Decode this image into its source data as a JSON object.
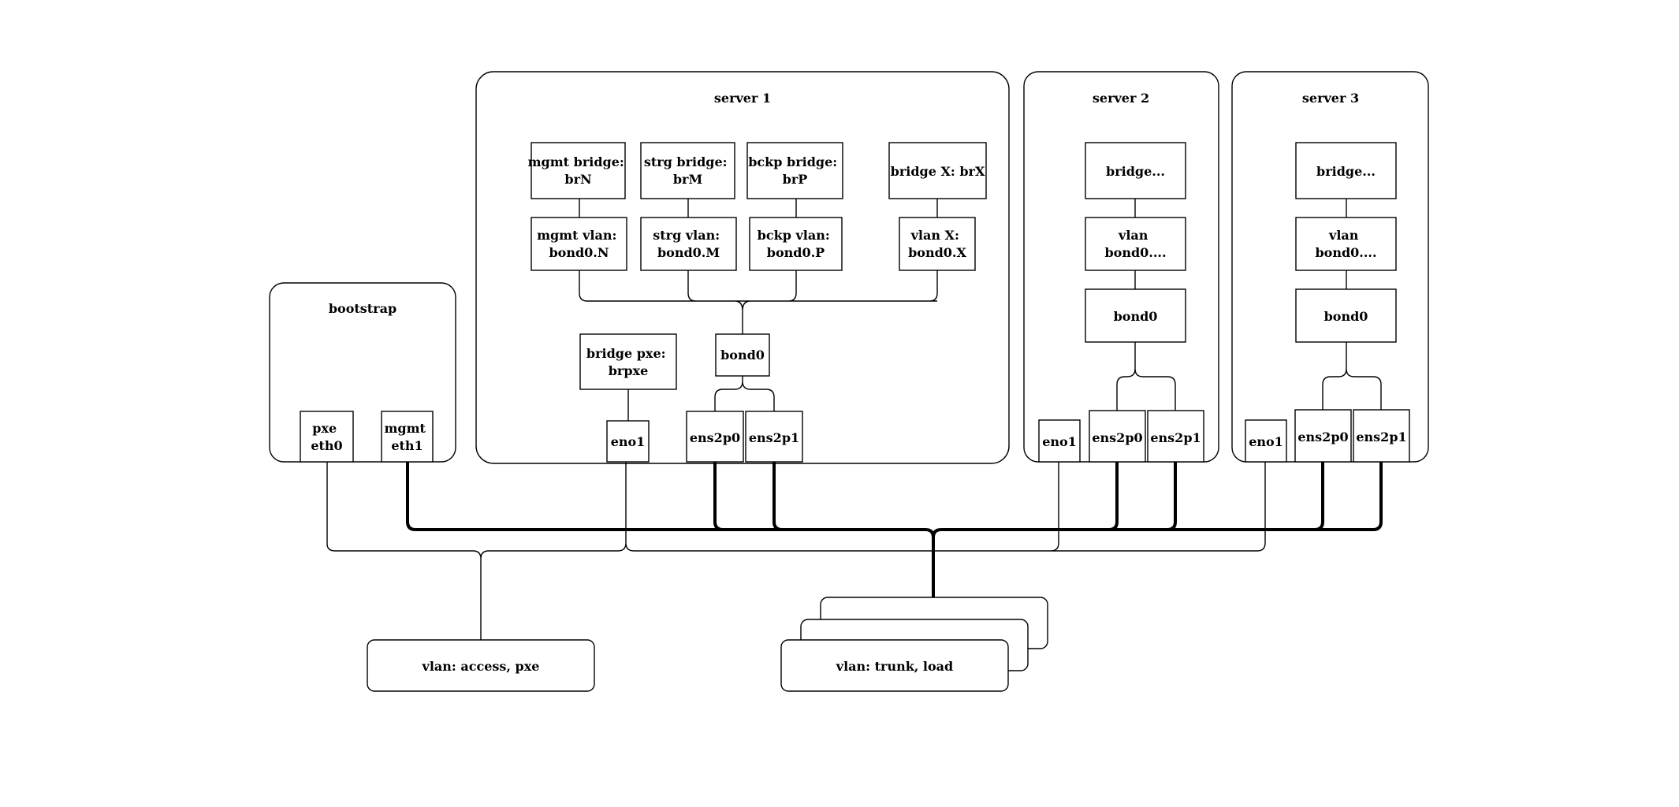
{
  "containers": {
    "bootstrap": "bootstrap",
    "server1": "server 1",
    "server2": "server 2",
    "server3": "server 3"
  },
  "bootstrap": {
    "pxe": [
      "pxe",
      "eth0"
    ],
    "mgmt": [
      "mgmt",
      "eth1"
    ]
  },
  "server1": {
    "mgmt_bridge": [
      "mgmt bridge:",
      "brN"
    ],
    "strg_bridge": [
      "strg bridge:",
      "brM"
    ],
    "bckp_bridge": [
      "bckp bridge:",
      "brP"
    ],
    "bridge_x": [
      "bridge X: brX"
    ],
    "mgmt_vlan": [
      "mgmt vlan:",
      "bond0.N"
    ],
    "strg_vlan": [
      "strg vlan:",
      "bond0.M"
    ],
    "bckp_vlan": [
      "bckp vlan:",
      "bond0.P"
    ],
    "vlan_x": [
      "vlan X:",
      "bond0.X"
    ],
    "bridge_pxe": [
      "bridge pxe:",
      "brpxe"
    ],
    "bond0": [
      "bond0"
    ],
    "eno1": [
      "eno1"
    ],
    "ens2p0": [
      "ens2p0"
    ],
    "ens2p1": [
      "ens2p1"
    ]
  },
  "server2": {
    "bridge": [
      "bridge..."
    ],
    "vlan": [
      "vlan",
      "bond0...."
    ],
    "bond0": [
      "bond0"
    ],
    "eno1": [
      "eno1"
    ],
    "ens2p0": [
      "ens2p0"
    ],
    "ens2p1": [
      "ens2p1"
    ]
  },
  "server3": {
    "bridge": [
      "bridge..."
    ],
    "vlan": [
      "vlan",
      "bond0...."
    ],
    "bond0": [
      "bond0"
    ],
    "eno1": [
      "eno1"
    ],
    "ens2p0": [
      "ens2p0"
    ],
    "ens2p1": [
      "ens2p1"
    ]
  },
  "switches": {
    "access": "vlan: access, pxe",
    "trunk": "vlan: trunk, load"
  }
}
